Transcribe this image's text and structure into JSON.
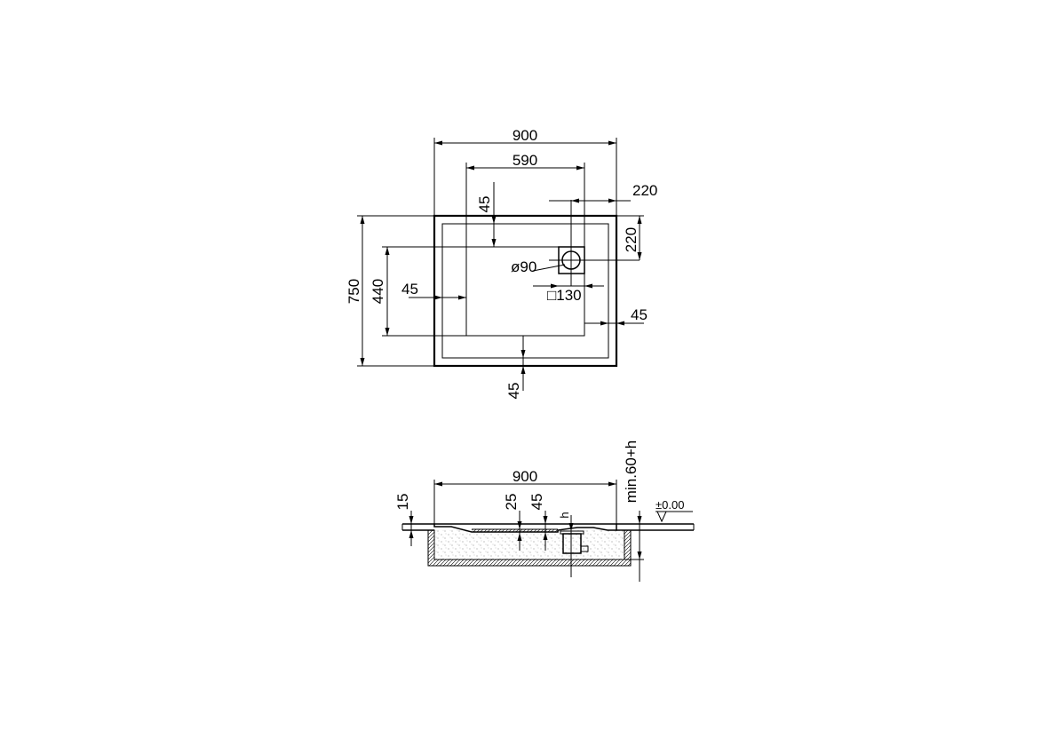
{
  "plan_view": {
    "overall_width": "900",
    "basin_width": "590",
    "top_margin": "45",
    "drain_offset_x": "220",
    "drain_offset_y": "220",
    "drain_diameter": "ø90",
    "drain_square": "□130",
    "left_margin": "45",
    "right_margin": "45",
    "overall_depth": "750",
    "basin_depth": "440",
    "bottom_margin": "45"
  },
  "section_view": {
    "overall_width": "900",
    "rim_thickness": "15",
    "dim_25": "25",
    "dim_45": "45",
    "h_label": "h",
    "min_height": "min.60+h",
    "floor_level": "±0.00"
  }
}
